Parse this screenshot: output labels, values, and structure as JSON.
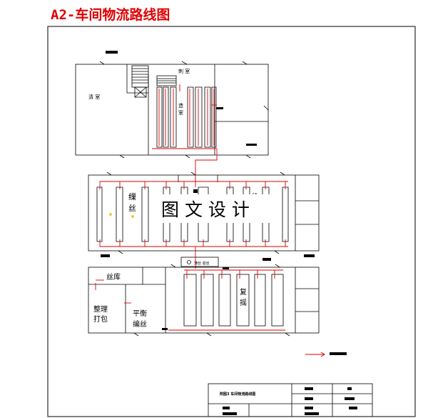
{
  "title": "A2-车间物流路线图",
  "colors": {
    "flow": "#e00000",
    "line": "#000000",
    "highlight": "#e8c400"
  },
  "areas": {
    "top_left_room": "清 室",
    "top_center_label": "刺 室",
    "top_inner_label": "造 室",
    "middle_left_label": "缫 丝",
    "lower_silk_storage": "丝库",
    "lower_sort_pack": [
      "整理",
      "打包"
    ],
    "lower_balance": [
      "平衡",
      "编丝"
    ],
    "lower_right_label": [
      "复",
      "摇"
    ],
    "small_box_label": "薄丝 退丝",
    "tiny_label": "CK"
  },
  "watermark": "图 文 设 计",
  "title_block": {
    "drawing_caption": "附图3 车间物流路线图"
  },
  "legend": {
    "arrow_icon": "red-arrow-icon"
  }
}
